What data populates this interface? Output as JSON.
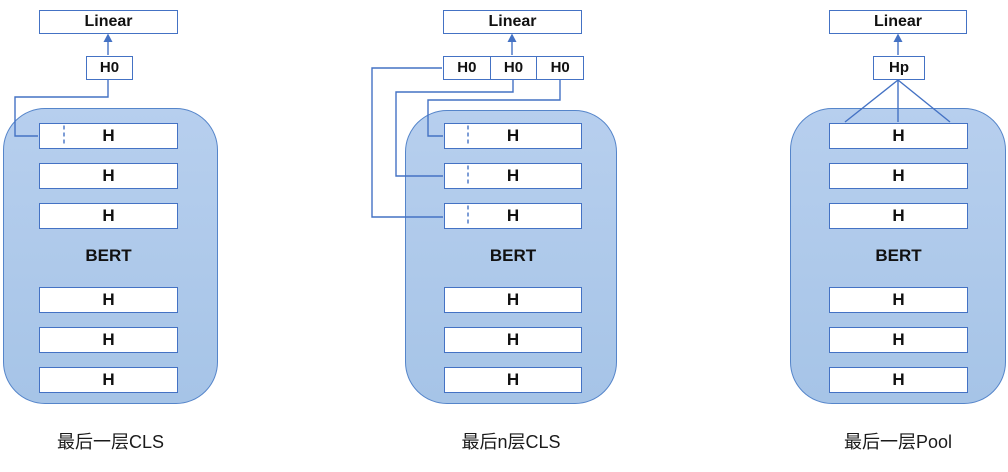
{
  "figure": {
    "description_labels": {
      "linear": "Linear",
      "bert": "BERT",
      "hidden": "H"
    },
    "colors": {
      "accent_line": "#4472C4",
      "container_fill_top": "#B7CFEE",
      "container_fill_bottom": "#A6C4E7",
      "container_border": "#5585CA",
      "box_background": "#FFFFFF",
      "text": "#111111"
    }
  },
  "diagrams": [
    {
      "name": "last-layer-cls",
      "linear_label": "Linear",
      "h0_labels": [
        "H0"
      ],
      "rows_top": [
        "H",
        "H",
        "H"
      ],
      "bert_label": "BERT",
      "rows_bottom": [
        "H",
        "H",
        "H"
      ],
      "caption": "最后一层CLS"
    },
    {
      "name": "last-n-layers-cls",
      "linear_label": "Linear",
      "h0_labels": [
        "H0",
        "H0",
        "H0"
      ],
      "rows_top": [
        "H",
        "H",
        "H"
      ],
      "bert_label": "BERT",
      "rows_bottom": [
        "H",
        "H",
        "H"
      ],
      "caption": "最后n层CLS"
    },
    {
      "name": "last-layer-pool",
      "linear_label": "Linear",
      "pooled_label": "Hp",
      "rows_top": [
        "H",
        "H",
        "H"
      ],
      "bert_label": "BERT",
      "rows_bottom": [
        "H",
        "H",
        "H"
      ],
      "caption": "最后一层Pool"
    }
  ]
}
